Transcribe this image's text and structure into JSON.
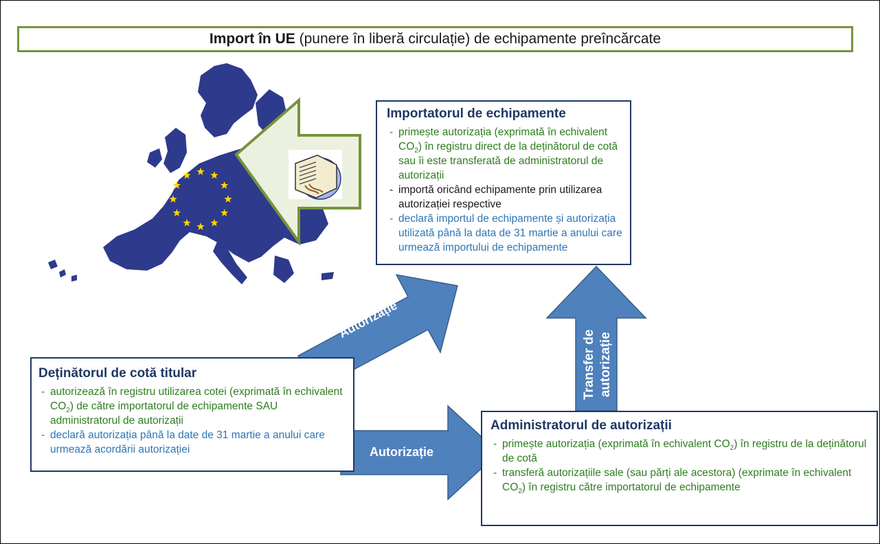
{
  "title": {
    "bold": "Import în UE",
    "rest": " (punere în liberă circulație) de echipamente preîncărcate"
  },
  "importer": {
    "heading": "Importatorul de echipamente",
    "item1a": "primește autorizația (exprimată în echivalent CO",
    "item1b": ") în registru direct de la deținătorul de cotă sau îi este transferată de administratorul de autorizații",
    "item2": "importă oricând echipamente prin utilizarea autorizației respective",
    "item3": "declară importul de echipamente și autorizația utilizată până la data de 31 martie a anului care urmează importului de echipamente"
  },
  "holder": {
    "heading": "Deținătorul de cotă titular",
    "item1a": "autorizează în registru utilizarea cotei (exprimată în echivalent CO",
    "item1b": ") de către importatorul de echipamente SAU administratorul de autorizații",
    "item2": "declară autorizația până la date de 31 martie a anului care urmează acordării autorizației"
  },
  "admin": {
    "heading": "Administratorul de autorizații",
    "item1a": "primește autorizația (exprimată în echivalent CO",
    "item1b": ") în registru de la deținătorul de cotă",
    "item2a": "transferă autorizațiile sale (sau părți ale acestora) (exprimate în echivalent CO",
    "item2b": ") în registru către importatorul de echipamente"
  },
  "subscript": "2",
  "arrows": {
    "diagonal": "Autorizație",
    "horizontal": "Autorizație",
    "vertical_line1": "Transfer de",
    "vertical_line2": "autorizație"
  },
  "colors": {
    "arrow_fill": "#4f81bd",
    "map_fill": "#2e3a8c",
    "eu_flag": "#1f3a93",
    "star": "#ffd500",
    "frame_green": "#77933c",
    "big_arrow_fill": "#ebf1de"
  }
}
